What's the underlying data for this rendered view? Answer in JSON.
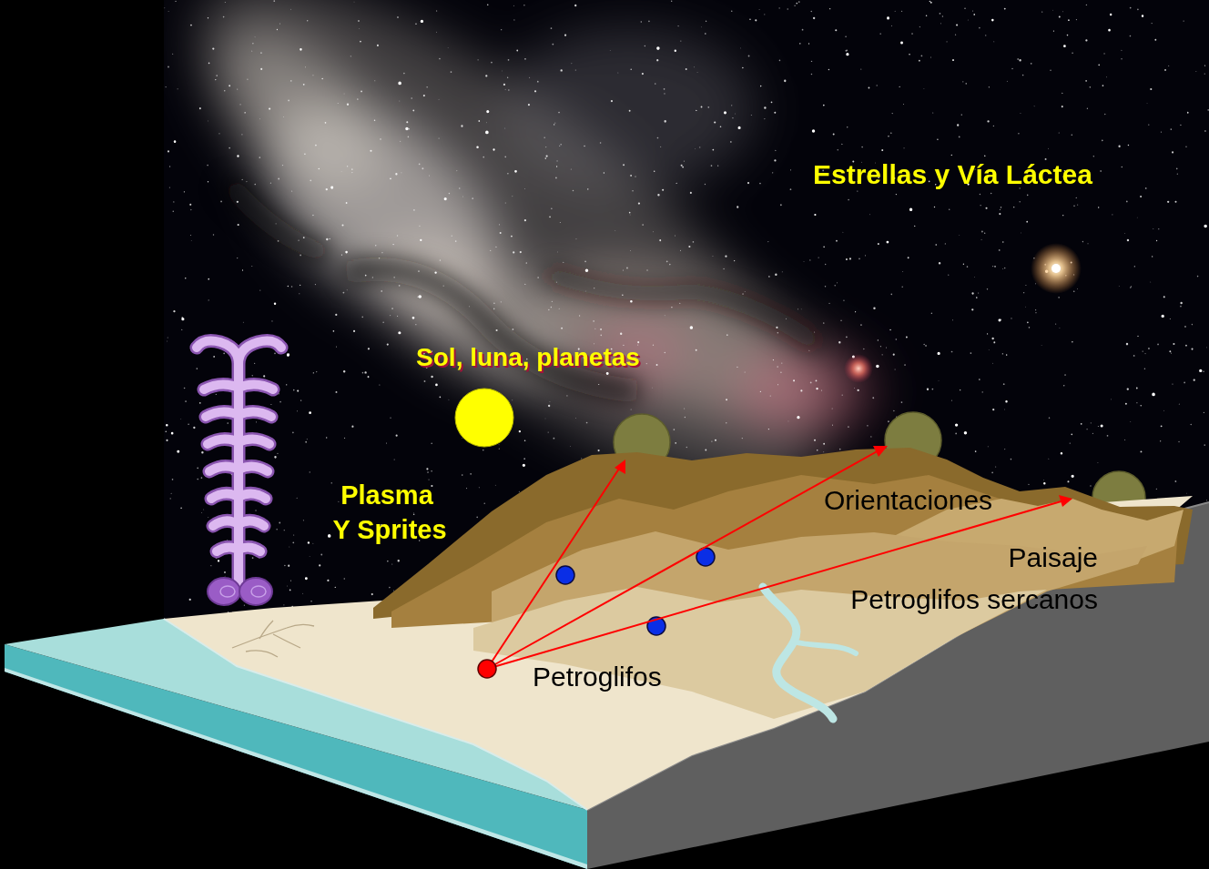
{
  "diagram": {
    "labels": [
      "Estrellas y Vía Láctea",
      "Sol, luna, planetas",
      "Plasma",
      "Y Sprites",
      "Orientaciones",
      "Paisaje",
      "Petroglifos sercanos",
      "Petroglifos"
    ]
  }
}
